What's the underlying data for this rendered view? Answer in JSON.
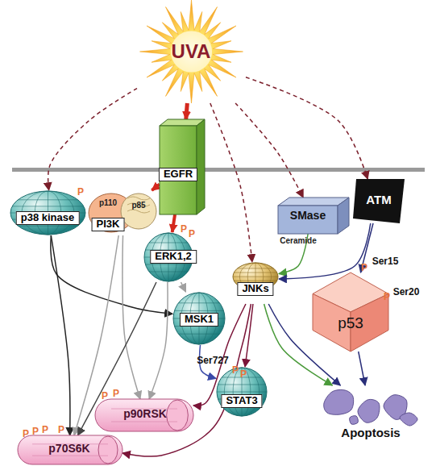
{
  "diagram": {
    "nodes": [
      {
        "text": [
          "UVA"
        ]
      },
      {
        "text": [
          "EGFR"
        ]
      },
      {
        "text": [
          "P",
          "p38 kinase"
        ]
      },
      {
        "text": [
          "p110",
          "p85",
          "PI3K"
        ]
      },
      {
        "text": [
          "P",
          "P",
          "ERK1,2"
        ]
      },
      {
        "text": [
          "SMase",
          "Ceramide"
        ]
      },
      {
        "text": [
          "ATM"
        ]
      },
      {
        "text": [
          "JNKs"
        ]
      },
      {
        "text": [
          "MSK1"
        ]
      },
      {
        "text": [
          "P",
          "Ser15",
          "P",
          "Ser20",
          "p53"
        ]
      },
      {
        "text": [
          "Ser727",
          "P",
          "P",
          "STAT3"
        ]
      },
      {
        "text": [
          "Apoptosis"
        ]
      },
      {
        "text": [
          "P",
          "P",
          "p90RSK"
        ]
      },
      {
        "text": [
          "P",
          "P",
          "P",
          "P",
          "p70S6K"
        ]
      }
    ],
    "edges": [
      {
        "from": 0,
        "to": 1,
        "arrow": "to"
      },
      {
        "from": 0,
        "to": 2,
        "arrow": "to"
      },
      {
        "from": 0,
        "to": 7,
        "arrow": "to"
      },
      {
        "from": 0,
        "to": 5,
        "arrow": "to"
      },
      {
        "from": 0,
        "to": 6,
        "arrow": "to"
      },
      {
        "from": 1,
        "to": 3,
        "arrow": "to"
      },
      {
        "from": 1,
        "to": 4,
        "arrow": "to"
      },
      {
        "from": 2,
        "to": 8,
        "arrow": "to"
      },
      {
        "from": 2,
        "to": 13,
        "arrow": "to"
      },
      {
        "from": 3,
        "to": 13,
        "arrow": "to"
      },
      {
        "from": 3,
        "to": 12,
        "arrow": "to"
      },
      {
        "from": 4,
        "to": 8,
        "arrow": "to"
      },
      {
        "from": 4,
        "to": 13,
        "arrow": "to"
      },
      {
        "from": 4,
        "to": 12,
        "arrow": "to"
      },
      {
        "from": 5,
        "to": 7,
        "arrow": "to"
      },
      {
        "from": 6,
        "to": 7,
        "arrow": "to"
      },
      {
        "from": 6,
        "to": 9,
        "arrow": "to"
      },
      {
        "from": 8,
        "to": 10,
        "arrow": "to"
      },
      {
        "from": 7,
        "to": 10,
        "arrow": "to"
      },
      {
        "from": 7,
        "to": 12,
        "arrow": "to"
      },
      {
        "from": 7,
        "to": 13,
        "arrow": "to"
      },
      {
        "from": 7,
        "to": 11,
        "arrow": "to"
      },
      {
        "from": 7,
        "to": 11,
        "arrow": "to"
      },
      {
        "from": 9,
        "to": 11,
        "arrow": "to"
      }
    ]
  }
}
